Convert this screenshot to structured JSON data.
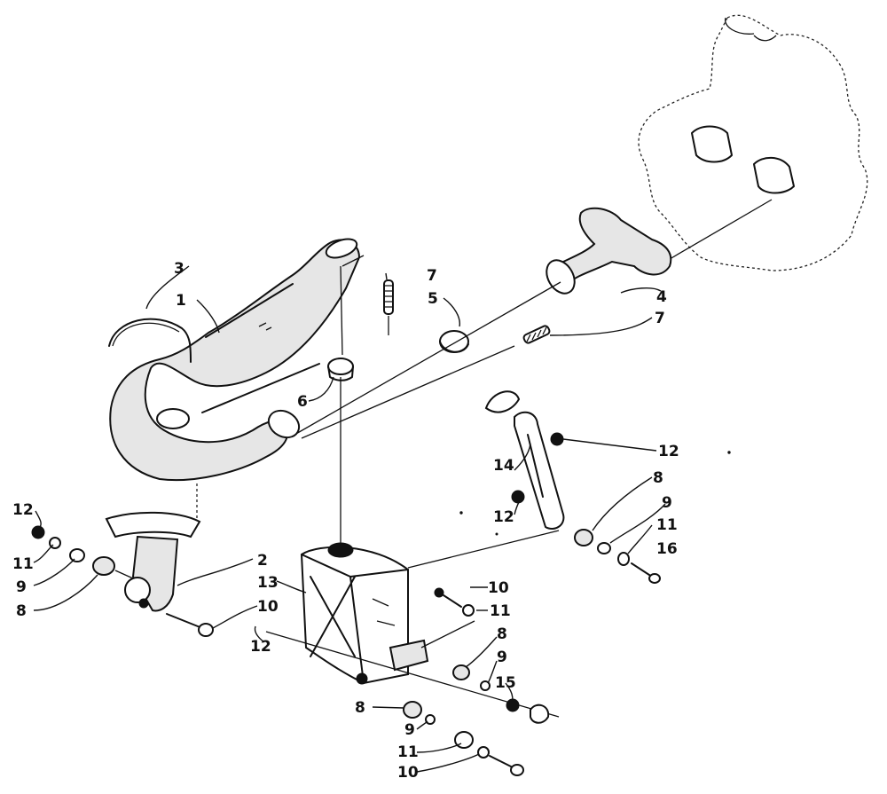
{
  "callouts": {
    "c1": "1",
    "c2": "2",
    "c3": "3",
    "c4": "4",
    "c5": "5",
    "c6": "6",
    "c7a": "7",
    "c7b": "7",
    "c8a": "8",
    "c8b": "8",
    "c8c": "8",
    "c8d": "8",
    "c9a": "9",
    "c9b": "9",
    "c9c": "9",
    "c9d": "9",
    "c10a": "10",
    "c10b": "10",
    "c10c": "10",
    "c11a": "11",
    "c11b": "11",
    "c11c": "11",
    "c11d": "11",
    "c12a": "12",
    "c12b": "12",
    "c12c": "12",
    "c12d": "12",
    "c13": "13",
    "c14": "14",
    "c15": "15",
    "c16": "16"
  }
}
